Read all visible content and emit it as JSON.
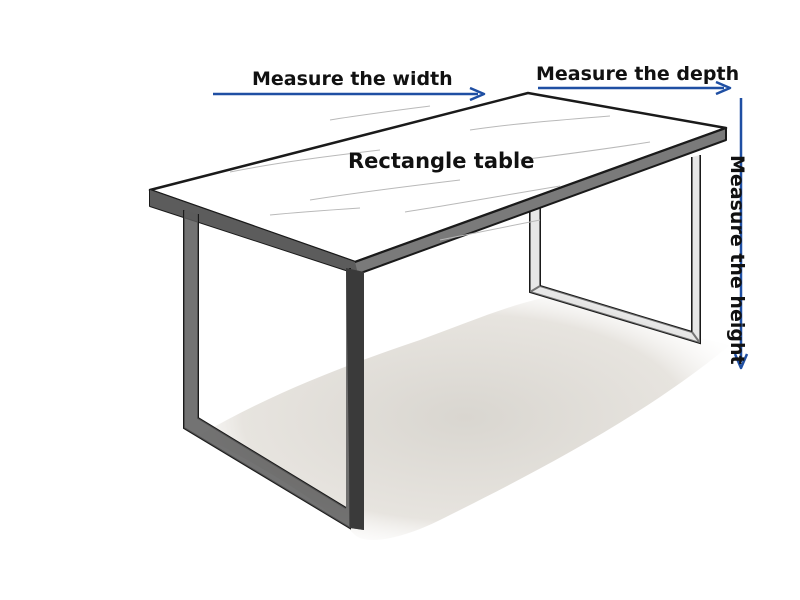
{
  "labels": {
    "width": "Measure the width",
    "depth": "Measure the depth",
    "height": "Measure the height",
    "table": "Rectangle table"
  },
  "colors": {
    "arrow": "#1f4fa3",
    "outline": "#1a1a1a",
    "shadow": "#e2dfda",
    "tabletop": "#ffffff",
    "leg": "#3a3a3a"
  },
  "icons": {
    "width_arrow": "right-arrow-icon",
    "depth_arrow": "right-arrow-icon",
    "height_arrow": "down-arrow-icon"
  }
}
